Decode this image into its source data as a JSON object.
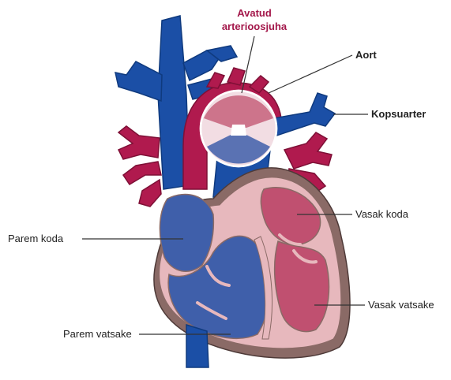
{
  "labels": {
    "patent_duct_line1": "Avatud",
    "patent_duct_line2": "arterioosjuha",
    "aorta": "Aort",
    "pulmonary_artery": "Kopsuarter",
    "left_atrium": "Vasak koda",
    "right_atrium": "Parem koda",
    "left_ventricle": "Vasak vatsake",
    "right_ventricle": "Parem vatsake"
  },
  "colors": {
    "deoxygenated_blue": "#1b4fa6",
    "oxygenated_red": "#b01a4e",
    "accent_label": "#a3174a",
    "muscle_pink": "#e7b8bd",
    "outer_wall": "#8a6a66"
  }
}
